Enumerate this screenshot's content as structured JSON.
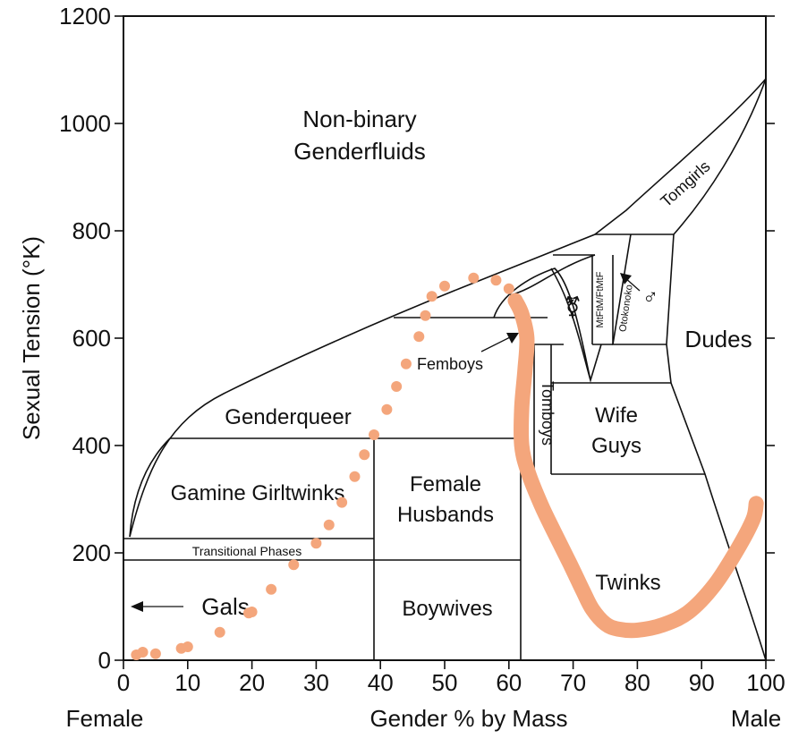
{
  "axes": {
    "x_label": "Gender % by Mass",
    "y_label": "Sexual Tension (°K)",
    "x_left_end_label": "Female",
    "x_right_end_label": "Male",
    "x_ticks": [
      "0",
      "10",
      "20",
      "30",
      "40",
      "50",
      "60",
      "70",
      "80",
      "90",
      "100"
    ],
    "y_ticks": [
      "0",
      "200",
      "400",
      "600",
      "800",
      "1000",
      "1200"
    ],
    "x_range": [
      0,
      100
    ],
    "y_range": [
      0,
      1200
    ]
  },
  "regions": {
    "nonbinary_line1": "Non-binary",
    "nonbinary_line2": "Genderfluids",
    "tomgirls": "Tomgirls",
    "genderqueer": "Genderqueer",
    "gamine": "Gamine Girltwinks",
    "transitional": "Transitional Phases",
    "gals": "Gals",
    "female_husbands_line1": "Female",
    "female_husbands_line2": "Husbands",
    "boywives": "Boywives",
    "femboys": "Femboys",
    "tomboys": "Tomboys",
    "mtf": "MtFtM/FtMtF",
    "otokonoko": "Otokonoko",
    "dudes": "Dudes",
    "wife_guys_line1": "Wife",
    "wife_guys_line2": "Guys",
    "twinks": "Twinks",
    "trans_symbol": "⚧",
    "male_symbol": "♂"
  },
  "colors": {
    "overlay_stroke": "#f4a67c",
    "lines": "#111111"
  },
  "overlay": {
    "dotted_path": [
      [
        2,
        10
      ],
      [
        3,
        15
      ],
      [
        5,
        12
      ],
      [
        9,
        22
      ],
      [
        10,
        25
      ],
      [
        15,
        52
      ],
      [
        19.5,
        88
      ],
      [
        20,
        90
      ],
      [
        23,
        132
      ],
      [
        26.5,
        178
      ],
      [
        30,
        218
      ],
      [
        32,
        252
      ],
      [
        34,
        294
      ],
      [
        36,
        342
      ],
      [
        37.5,
        383
      ],
      [
        39,
        420
      ],
      [
        41,
        467
      ],
      [
        42.5,
        510
      ],
      [
        44,
        552
      ],
      [
        46,
        603
      ],
      [
        47,
        642
      ],
      [
        48,
        678
      ],
      [
        50,
        697
      ],
      [
        54.5,
        712
      ],
      [
        58,
        708
      ],
      [
        60,
        692
      ]
    ],
    "solid_path": [
      [
        61,
        670
      ],
      [
        62,
        645
      ],
      [
        62.8,
        600
      ],
      [
        62.5,
        540
      ],
      [
        62,
        470
      ],
      [
        62,
        400
      ],
      [
        63,
        350
      ],
      [
        65,
        290
      ],
      [
        67,
        240
      ],
      [
        69.5,
        180
      ],
      [
        71.5,
        130
      ],
      [
        73,
        95
      ],
      [
        75,
        68
      ],
      [
        77,
        58
      ],
      [
        80,
        56
      ],
      [
        84,
        66
      ],
      [
        88,
        90
      ],
      [
        92,
        140
      ],
      [
        95.5,
        205
      ],
      [
        98,
        262
      ],
      [
        98.5,
        292
      ]
    ]
  }
}
